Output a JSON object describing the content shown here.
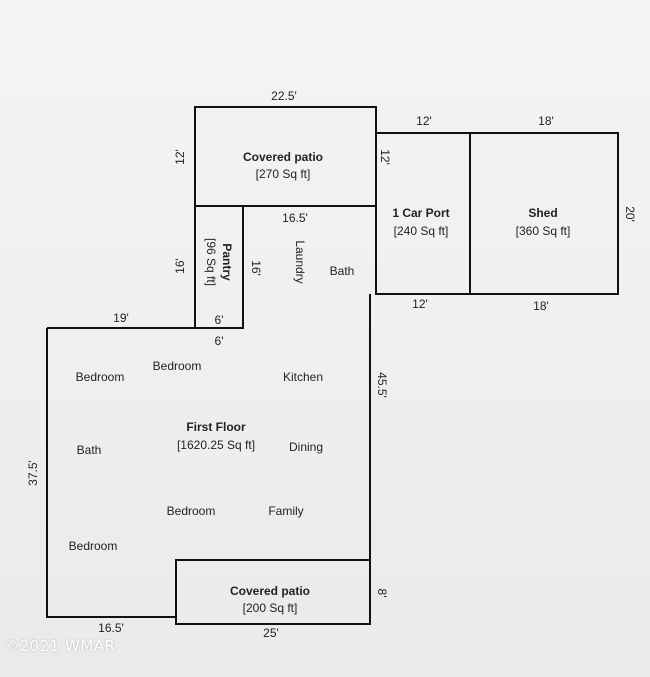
{
  "covered_patio_top": {
    "name": "Covered patio",
    "area": "[270 Sq ft]"
  },
  "pantry": {
    "name": "Pantry",
    "area": "[96 Sq ft]"
  },
  "carport": {
    "name": "1 Car Port",
    "area": "[240 Sq ft]"
  },
  "shed": {
    "name": "Shed",
    "area": "[360 Sq ft]"
  },
  "first_floor": {
    "name": "First Floor",
    "area": "[1620.25 Sq ft]"
  },
  "covered_patio_bottom": {
    "name": "Covered patio",
    "area": "[200 Sq ft]"
  },
  "rooms": {
    "laundry": "Laundry",
    "bath_upper": "Bath",
    "bedroom_left": "Bedroom",
    "bedroom_center": "Bedroom",
    "kitchen": "Kitchen",
    "bath_left": "Bath",
    "dining": "Dining",
    "bedroom_lower": "Bedroom",
    "family": "Family",
    "bedroom_bottom_left": "Bedroom"
  },
  "dimensions": {
    "top_22_5": "22.5'",
    "patio_left_12": "12'",
    "patio_right_12": "12'",
    "carport_top_12": "12'",
    "shed_top_18": "18'",
    "shed_right_20": "20'",
    "laundry_16_5": "16.5'",
    "pantry_left_16": "16'",
    "pantry_right_16": "16'",
    "carport_bottom_12": "12'",
    "shed_bottom_18": "18'",
    "left_top_19": "19'",
    "pantry_bottom_6": "6'",
    "pantry_below_6": "6'",
    "right_45_5": "45.5'",
    "left_37_5": "37.5'",
    "patio_right_8": "8'",
    "bottom_16_5": "16.5'",
    "bottom_25": "25'"
  },
  "watermark": "©2021 WMAR"
}
